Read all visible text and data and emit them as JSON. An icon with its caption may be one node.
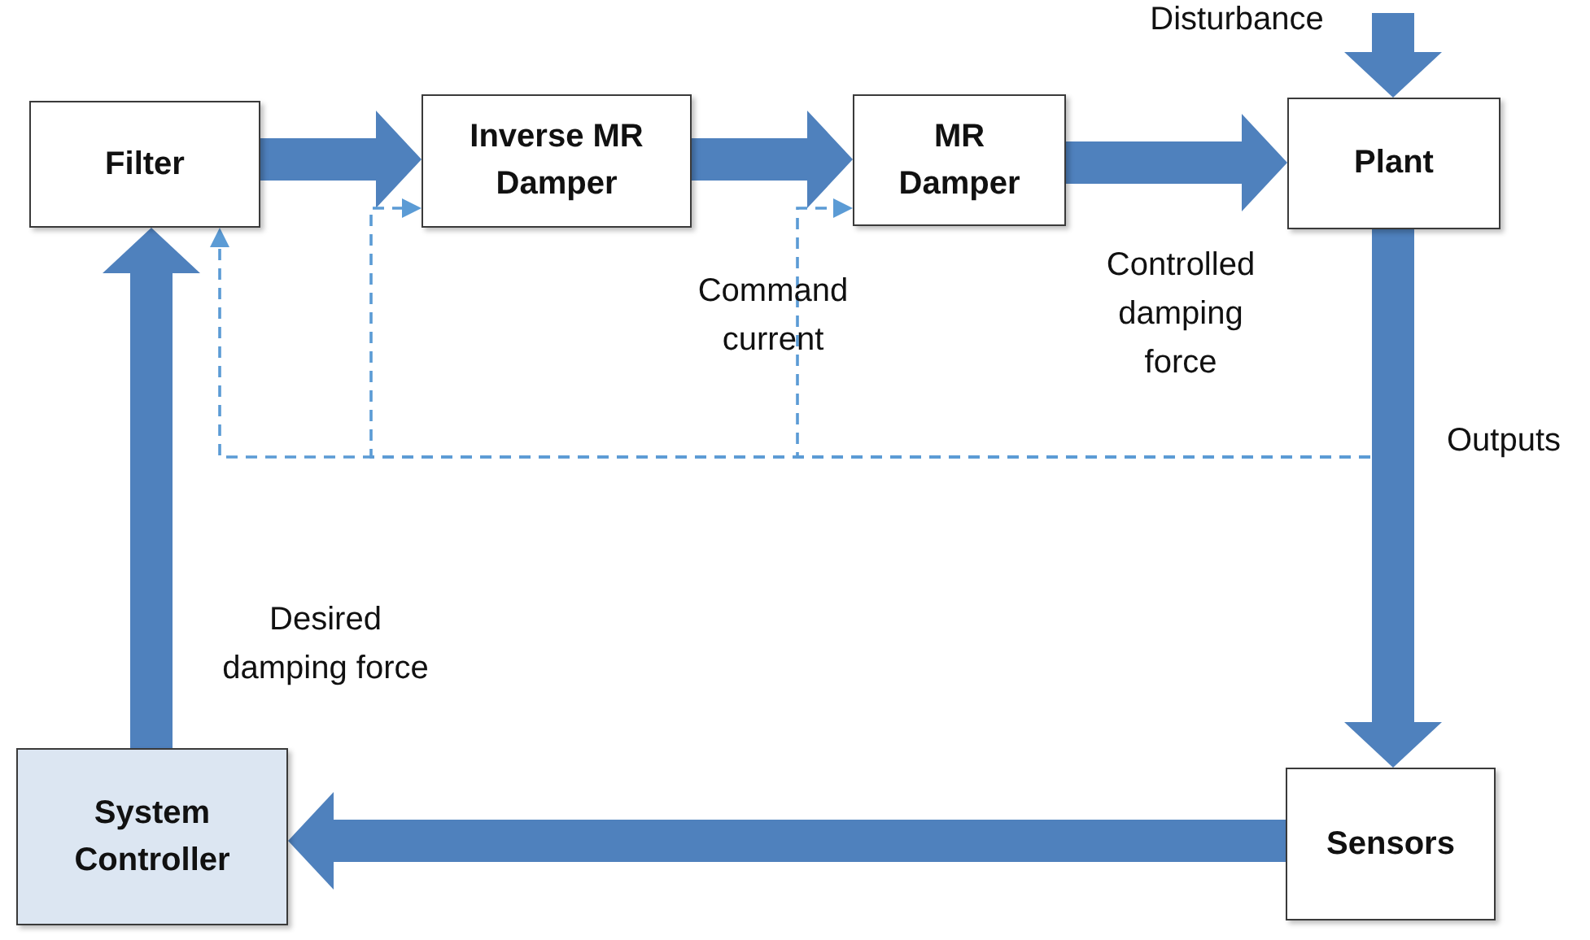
{
  "diagram": {
    "nodes": [
      {
        "text": [
          "Filter"
        ]
      },
      {
        "text": [
          "Inverse MR Damper"
        ]
      },
      {
        "text": [
          "MR Damper"
        ]
      },
      {
        "text": [
          "Plant"
        ]
      },
      {
        "text": [
          "Sensors"
        ]
      },
      {
        "text": [
          "System Controller"
        ]
      }
    ],
    "edges": [
      {
        "from": 0,
        "to": 1,
        "arrow": "to"
      },
      {
        "from": 1,
        "to": 2,
        "arrow": "to"
      },
      {
        "from": 2,
        "to": 3,
        "arrow": "to",
        "label": "Controlled damping force"
      },
      {
        "from": null,
        "to": 3,
        "arrow": "to",
        "label": "Disturbance"
      },
      {
        "from": 3,
        "to": 4,
        "arrow": "to",
        "label": "Outputs"
      },
      {
        "from": 4,
        "to": 5,
        "arrow": "to"
      },
      {
        "from": 5,
        "to": 0,
        "arrow": "to",
        "label": "Desired damping force"
      },
      {
        "from": null,
        "to": 0,
        "arrow": "to",
        "style": "dashed",
        "color": "#5b9bd5"
      },
      {
        "from": null,
        "to": 1,
        "arrow": "to",
        "style": "dashed",
        "color": "#5b9bd5"
      },
      {
        "from": null,
        "to": 2,
        "arrow": "to",
        "style": "dashed",
        "color": "#5b9bd5"
      }
    ],
    "labels": [
      "Command current"
    ]
  }
}
